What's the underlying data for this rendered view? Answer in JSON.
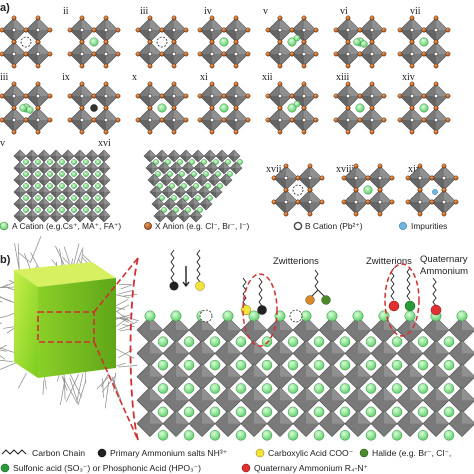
{
  "panels": {
    "a": "a)",
    "b": "b)"
  },
  "defect_labels": [
    "ii",
    "iii",
    "iv",
    "v",
    "vi",
    "vii",
    "iii",
    "ix",
    "x",
    "xi",
    "xii",
    "xiii",
    "xiv",
    "v",
    "xvi",
    "xvii",
    "xviii",
    "xix"
  ],
  "legend_a": {
    "a_cation": "A Cation (e.g.Cs⁺, MA⁺, FA⁺)",
    "x_anion": "X Anion (e.g. Cl⁻, Br⁻, I⁻)",
    "b_cation": "B Cation (Pb²⁺)",
    "impurities": "Impurities"
  },
  "annotations": {
    "zwitterions_1": "Zwitterions",
    "zwitterions_2": "Zwitterions",
    "quaternary_line1": "Quaternary",
    "quaternary_line2": "Ammonium"
  },
  "legend_b": {
    "carbon_chain": "Carbon Chain",
    "primary_ammonium": "Primary Ammonium salts NH³⁺",
    "carboxylic": "Carboxylic Acid COO⁻",
    "halide": "Halide (e.g. Br⁻, Cl⁻,",
    "sulfonic": "Sulfonic acid (SO₃⁻) or Phosphonic Acid (HPO₃⁻)",
    "quaternary": "Quaternary Ammonium R₄-N⁺"
  },
  "colors": {
    "a_cation": "#7fe08a",
    "x_anion": "#c8702a",
    "b_cation": "#444444",
    "impurities": "#6fb7e0",
    "octahedron": "#6f6f6f",
    "carboxylic": "#f2e43a",
    "halide": "#4a8a2a",
    "quaternary": "#e03030",
    "nanocube": "#9fe23a",
    "dashed_red": "#d03030"
  }
}
